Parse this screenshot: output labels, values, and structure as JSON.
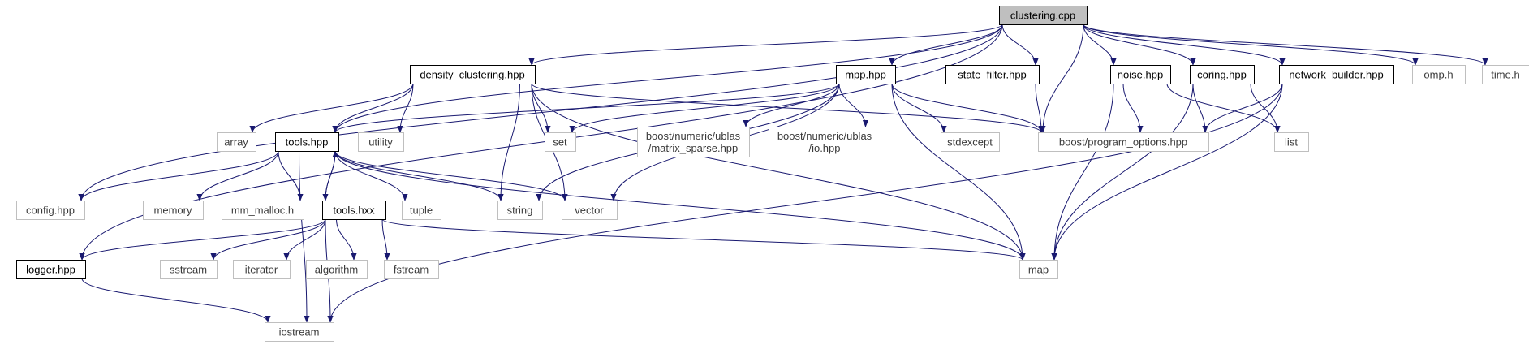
{
  "diagram": {
    "edge_color": "#191970",
    "nodes": [
      {
        "id": "clustering",
        "lines": [
          "clustering.cpp"
        ],
        "kind": "root"
      },
      {
        "id": "density_clustering",
        "lines": [
          "density_clustering.hpp"
        ],
        "kind": "project"
      },
      {
        "id": "mpp",
        "lines": [
          "mpp.hpp"
        ],
        "kind": "project"
      },
      {
        "id": "state_filter",
        "lines": [
          "state_filter.hpp"
        ],
        "kind": "project"
      },
      {
        "id": "noise",
        "lines": [
          "noise.hpp"
        ],
        "kind": "project"
      },
      {
        "id": "coring",
        "lines": [
          "coring.hpp"
        ],
        "kind": "project"
      },
      {
        "id": "network_builder",
        "lines": [
          "network_builder.hpp"
        ],
        "kind": "project"
      },
      {
        "id": "omp",
        "lines": [
          "omp.h"
        ],
        "kind": "external"
      },
      {
        "id": "time",
        "lines": [
          "time.h"
        ],
        "kind": "external"
      },
      {
        "id": "array",
        "lines": [
          "array"
        ],
        "kind": "external"
      },
      {
        "id": "tools_hpp",
        "lines": [
          "tools.hpp"
        ],
        "kind": "project"
      },
      {
        "id": "utility",
        "lines": [
          "utility"
        ],
        "kind": "external"
      },
      {
        "id": "set",
        "lines": [
          "set"
        ],
        "kind": "external"
      },
      {
        "id": "ublas_sparse",
        "lines": [
          "boost/numeric/ublas",
          "/matrix_sparse.hpp"
        ],
        "kind": "external"
      },
      {
        "id": "ublas_io",
        "lines": [
          "boost/numeric/ublas",
          "/io.hpp"
        ],
        "kind": "external"
      },
      {
        "id": "stdexcept",
        "lines": [
          "stdexcept"
        ],
        "kind": "external"
      },
      {
        "id": "program_options",
        "lines": [
          "boost/program_options.hpp"
        ],
        "kind": "external"
      },
      {
        "id": "list",
        "lines": [
          "list"
        ],
        "kind": "external"
      },
      {
        "id": "config",
        "lines": [
          "config.hpp"
        ],
        "kind": "external"
      },
      {
        "id": "memory",
        "lines": [
          "memory"
        ],
        "kind": "external"
      },
      {
        "id": "mm_malloc",
        "lines": [
          "mm_malloc.h"
        ],
        "kind": "external"
      },
      {
        "id": "tools_hxx",
        "lines": [
          "tools.hxx"
        ],
        "kind": "project"
      },
      {
        "id": "tuple",
        "lines": [
          "tuple"
        ],
        "kind": "external"
      },
      {
        "id": "string",
        "lines": [
          "string"
        ],
        "kind": "external"
      },
      {
        "id": "vector",
        "lines": [
          "vector"
        ],
        "kind": "external"
      },
      {
        "id": "logger",
        "lines": [
          "logger.hpp"
        ],
        "kind": "project"
      },
      {
        "id": "sstream",
        "lines": [
          "sstream"
        ],
        "kind": "external"
      },
      {
        "id": "iterator",
        "lines": [
          "iterator"
        ],
        "kind": "external"
      },
      {
        "id": "algorithm",
        "lines": [
          "algorithm"
        ],
        "kind": "external"
      },
      {
        "id": "fstream",
        "lines": [
          "fstream"
        ],
        "kind": "external"
      },
      {
        "id": "map",
        "lines": [
          "map"
        ],
        "kind": "external"
      },
      {
        "id": "iostream",
        "lines": [
          "iostream"
        ],
        "kind": "external"
      }
    ],
    "edges": [
      {
        "from": "clustering",
        "to": "density_clustering"
      },
      {
        "from": "clustering",
        "to": "mpp"
      },
      {
        "from": "clustering",
        "to": "state_filter"
      },
      {
        "from": "clustering",
        "to": "noise"
      },
      {
        "from": "clustering",
        "to": "coring"
      },
      {
        "from": "clustering",
        "to": "network_builder"
      },
      {
        "from": "clustering",
        "to": "omp"
      },
      {
        "from": "clustering",
        "to": "time"
      },
      {
        "from": "clustering",
        "to": "tools_hpp"
      },
      {
        "from": "clustering",
        "to": "config"
      },
      {
        "from": "clustering",
        "to": "logger"
      },
      {
        "from": "clustering",
        "to": "program_options"
      },
      {
        "from": "density_clustering",
        "to": "tools_hpp"
      },
      {
        "from": "density_clustering",
        "to": "array"
      },
      {
        "from": "density_clustering",
        "to": "utility"
      },
      {
        "from": "density_clustering",
        "to": "set"
      },
      {
        "from": "density_clustering",
        "to": "string"
      },
      {
        "from": "density_clustering",
        "to": "vector"
      },
      {
        "from": "density_clustering",
        "to": "map"
      },
      {
        "from": "density_clustering",
        "to": "program_options"
      },
      {
        "from": "mpp",
        "to": "tools_hpp"
      },
      {
        "from": "mpp",
        "to": "set"
      },
      {
        "from": "mpp",
        "to": "ublas_sparse"
      },
      {
        "from": "mpp",
        "to": "ublas_io"
      },
      {
        "from": "mpp",
        "to": "stdexcept"
      },
      {
        "from": "mpp",
        "to": "program_options"
      },
      {
        "from": "mpp",
        "to": "string"
      },
      {
        "from": "mpp",
        "to": "vector"
      },
      {
        "from": "mpp",
        "to": "map"
      },
      {
        "from": "state_filter",
        "to": "program_options"
      },
      {
        "from": "noise",
        "to": "program_options"
      },
      {
        "from": "noise",
        "to": "list"
      },
      {
        "from": "noise",
        "to": "map"
      },
      {
        "from": "coring",
        "to": "program_options"
      },
      {
        "from": "coring",
        "to": "list"
      },
      {
        "from": "coring",
        "to": "map"
      },
      {
        "from": "network_builder",
        "to": "program_options"
      },
      {
        "from": "network_builder",
        "to": "map"
      },
      {
        "from": "network_builder",
        "to": "iostream"
      },
      {
        "from": "tools_hpp",
        "to": "config"
      },
      {
        "from": "tools_hpp",
        "to": "memory"
      },
      {
        "from": "tools_hpp",
        "to": "mm_malloc"
      },
      {
        "from": "tools_hpp",
        "to": "tools_hxx"
      },
      {
        "from": "tools_hpp",
        "to": "tuple"
      },
      {
        "from": "tools_hpp",
        "to": "string"
      },
      {
        "from": "tools_hpp",
        "to": "vector"
      },
      {
        "from": "tools_hpp",
        "to": "map"
      },
      {
        "from": "tools_hpp",
        "to": "iostream"
      },
      {
        "from": "tools_hxx",
        "to": "tools_hpp"
      },
      {
        "from": "tools_hxx",
        "to": "logger"
      },
      {
        "from": "tools_hxx",
        "to": "sstream"
      },
      {
        "from": "tools_hxx",
        "to": "iterator"
      },
      {
        "from": "tools_hxx",
        "to": "algorithm"
      },
      {
        "from": "tools_hxx",
        "to": "fstream"
      },
      {
        "from": "tools_hxx",
        "to": "map"
      },
      {
        "from": "tools_hxx",
        "to": "iostream"
      },
      {
        "from": "logger",
        "to": "iostream"
      }
    ]
  }
}
